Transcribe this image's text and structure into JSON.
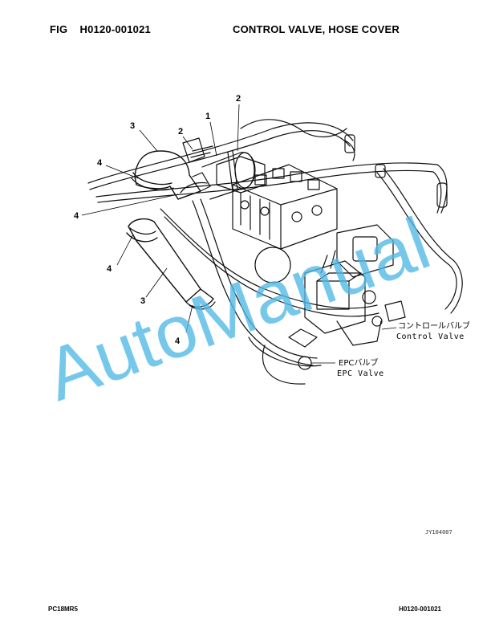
{
  "header": {
    "figure": "FIG    H0120-001021",
    "title": "CONTROL VALVE, HOSE COVER"
  },
  "drawing": {
    "callouts": [
      "1",
      "2",
      "2",
      "3",
      "3",
      "4",
      "4",
      "4",
      "4"
    ],
    "labels": {
      "control_valve_jp": "コントロールバルブ",
      "control_valve_en": "Control Valve",
      "epc_valve_jp": "EPCバルブ",
      "epc_valve_en": "EPC Valve"
    },
    "drawing_code": "JY104007"
  },
  "watermark": {
    "text": "AutoManual",
    "color": "#4fb9e6"
  },
  "footer": {
    "model": "PC18MR5",
    "page_code": "H0120-001021"
  }
}
